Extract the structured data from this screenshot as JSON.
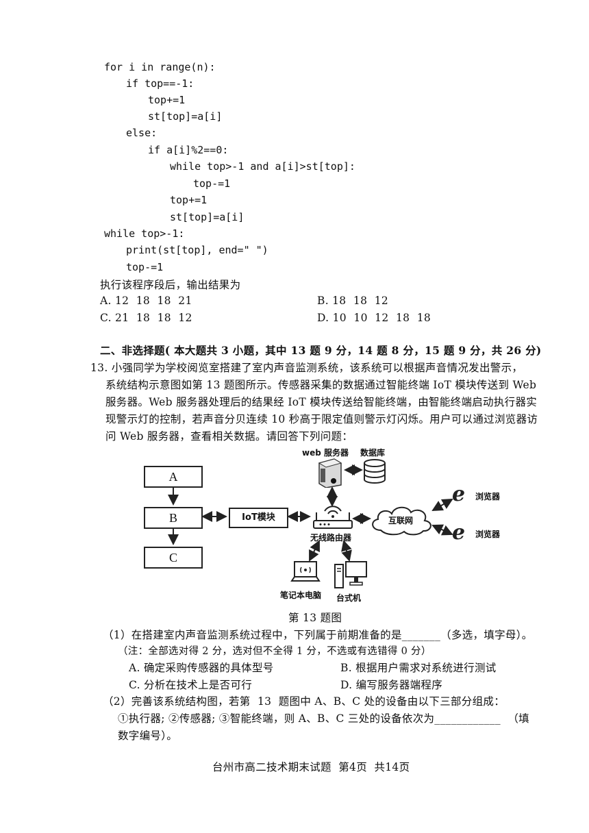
{
  "code_lines": [
    "for i in range(n):",
    "if top==-1:",
    "top+=1",
    "st[top]=a[i]",
    "else:",
    "if a[i]%2==0:",
    "while top>-1 and a[i]>st[top]:",
    "top-=1",
    "top+=1",
    "st[top]=a[i]",
    "while top>-1:",
    "print(st[top], end=\" \")",
    "top-=1"
  ],
  "prev_question": {
    "prompt": "执行该程序段后，输出结果为",
    "options": {
      "A": "A. 12  18  18  21",
      "B": "B. 18  18  12",
      "C": "C. 21  18  18  12",
      "D": "D. 10  10  12  18  18"
    }
  },
  "section2": {
    "heading": "二、非选择题( 本大题共 3 小题，其中 13 题 9 分，14 题 8 分，15 题 9 分，共 26 分)"
  },
  "q13": {
    "para_lines": [
      "13. 小强同学为学校阅览室搭建了室内声音监测系统，该系统可以根据声音情况发出警示，",
      "系统结构示意图如第 13 题图所示。传感器采集的数据通过智能终端 IoT 模块传送到 Web",
      "服务器。Web 服务器处理后的结果经 IoT 模块传送给智能终端，由智能终端启动执行器实",
      "现警示灯的控制，若声音分贝连续 10 秒高于限定值则警示灯闪烁。用户可以通过浏览器访",
      "问 Web 服务器，查看相关数据。请回答下列问题："
    ],
    "diagram": {
      "box_a": "A",
      "box_b": "B",
      "box_c": "C",
      "iot": "IoT模块",
      "server": "web 服务器",
      "database": "数据库",
      "router": "无线路由器",
      "internet": "互联网",
      "browser1": "浏览器",
      "browser2": "浏览器",
      "laptop": "笔记本电脑",
      "desktop": "台式机"
    },
    "caption": "第 13 题图",
    "sub1": {
      "line1": "（1）在搭建室内声音监测系统过程中，下列属于前期准备的是_______（多选，填字母）。",
      "note": "（注：全部选对得 2 分，选对但不全得 1 分，不选或有选错得 0 分）",
      "options": {
        "A": "A. 确定采购传感器的具体型号",
        "B": "B. 根据用户需求对系统进行测试",
        "C": "C. 分析在技术上是否可行",
        "D": "D. 编写服务器端程序"
      }
    },
    "sub2": {
      "line1": "（2）完善该系统结构图，若第  13  题图中 A、B、C 处的设备由以下三部分组成：",
      "line2": "①执行器; ②传感器; ③智能终端，则 A、B、C 三处的设备依次为____________  （填",
      "line3": "数字编号）。"
    }
  },
  "footer": "台州市高二技术期末试题  第4页  共14页"
}
